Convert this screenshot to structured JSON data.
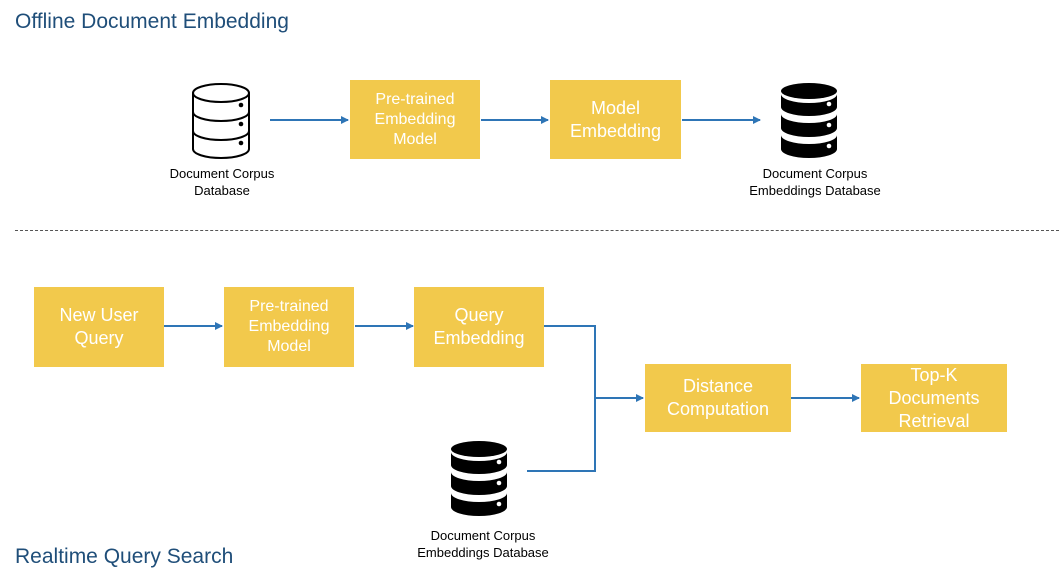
{
  "offline": {
    "title": "Offline Document Embedding",
    "corpus_db_caption": "Document Corpus\nDatabase",
    "pretrained_model": "Pre-trained\nEmbedding\nModel",
    "model_embedding": "Model\nEmbedding",
    "embeddings_db_caption": "Document Corpus\nEmbeddings Database"
  },
  "realtime": {
    "title": "Realtime Query Search",
    "new_user_query": "New User\nQuery",
    "pretrained_model": "Pre-trained\nEmbedding\nModel",
    "query_embedding": "Query\nEmbedding",
    "distance_computation": "Distance\nComputation",
    "topk_retrieval": "Top-K\nDocuments\nRetrieval",
    "embeddings_db_caption": "Document Corpus\nEmbeddings Database"
  },
  "colors": {
    "box_fill": "#f2c94c",
    "box_text": "#ffffff",
    "arrow": "#2e75b6",
    "title": "#1f4e79"
  },
  "icons": {
    "corpus_db": "database-outline-icon",
    "embeddings_db": "database-filled-icon"
  }
}
